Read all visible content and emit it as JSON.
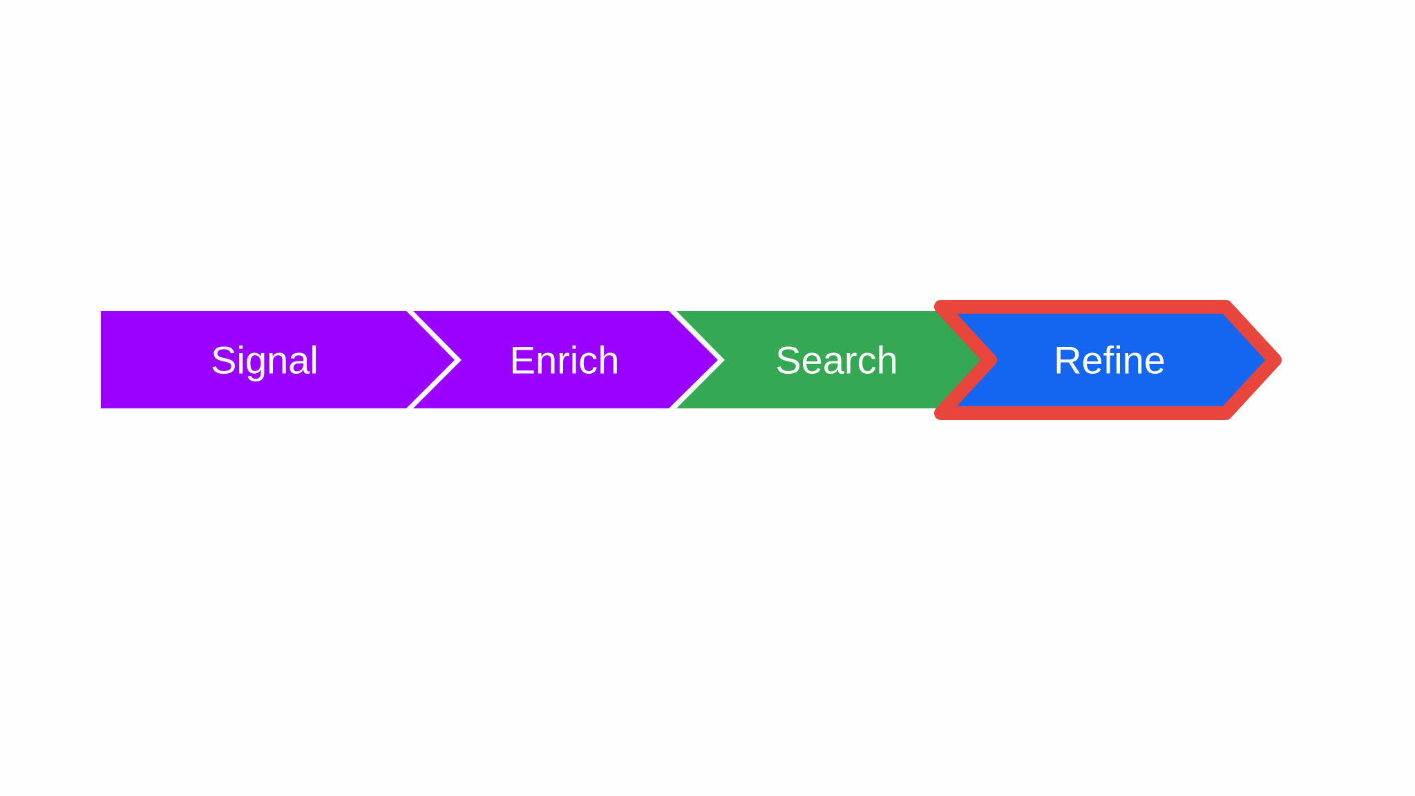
{
  "steps": [
    {
      "label": "Signal",
      "color": "#9900ff",
      "highlighted": false
    },
    {
      "label": "Enrich",
      "color": "#9900ff",
      "highlighted": false
    },
    {
      "label": "Search",
      "color": "#34a853",
      "highlighted": false
    },
    {
      "label": "Refine",
      "color": "#1466f0",
      "highlighted": true
    }
  ],
  "highlight_color": "#e8453c",
  "background": "#fefefe"
}
